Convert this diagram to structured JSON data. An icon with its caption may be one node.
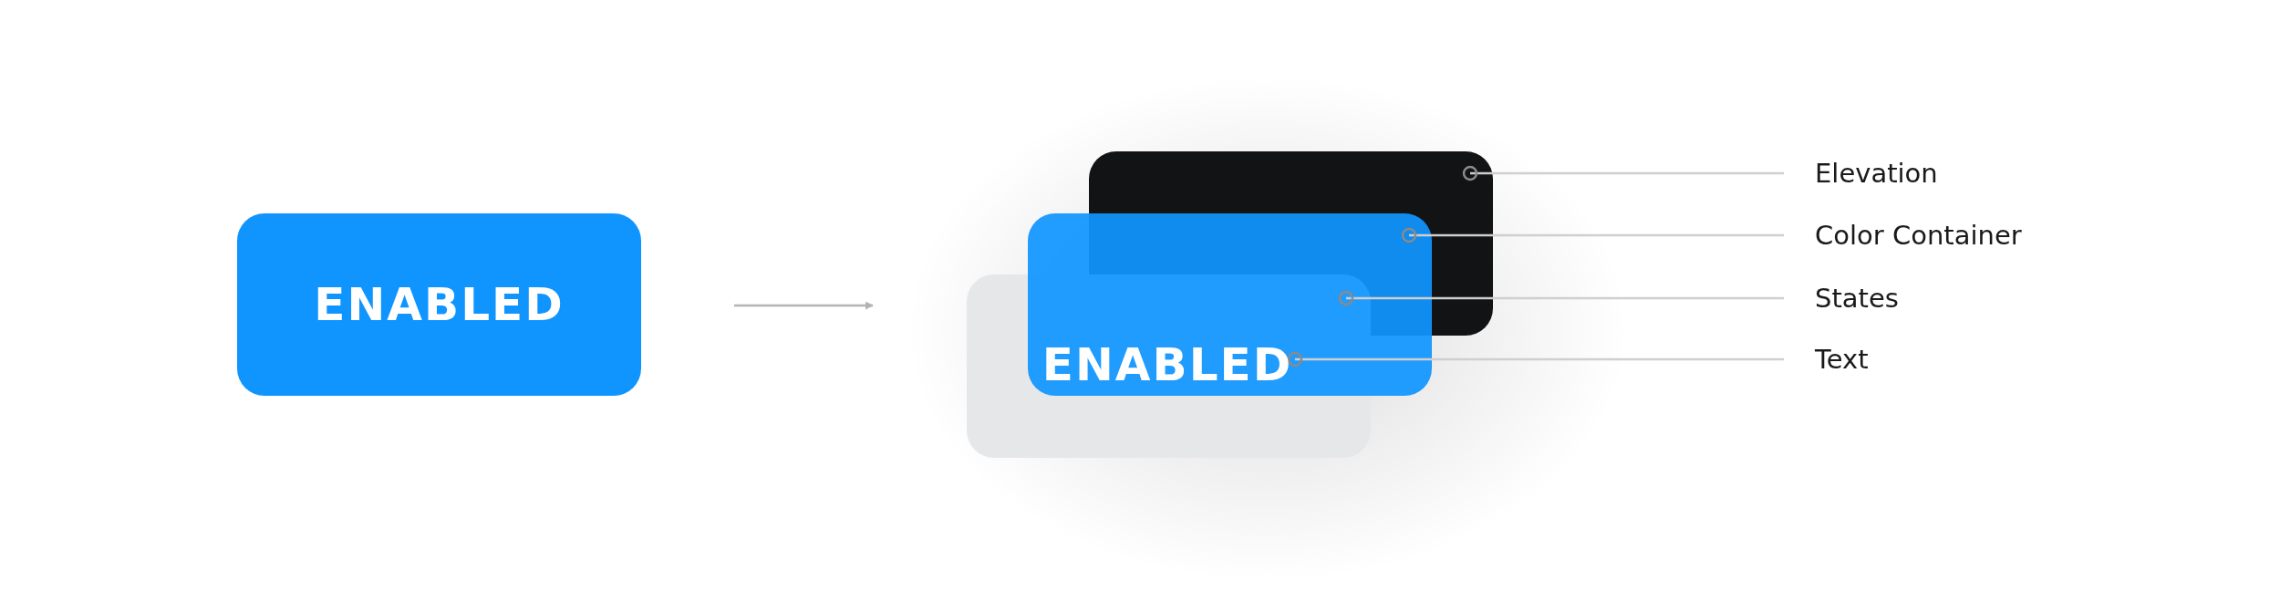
{
  "diagram": {
    "nodes": [
      {
        "text": [
          "ENABLED"
        ]
      },
      {
        "text": [],
        "shape": "box"
      },
      {
        "text": [],
        "shape": "box"
      },
      {
        "text": [],
        "shape": "box"
      },
      {
        "text": [
          "ENABLED"
        ]
      },
      {
        "text": [
          "Elevation"
        ]
      },
      {
        "text": [
          "Color Container"
        ]
      },
      {
        "text": [
          "States"
        ]
      },
      {
        "text": [
          "Text"
        ]
      }
    ],
    "edges": [
      {
        "from": 0,
        "to": 3,
        "arrow": "to"
      },
      {
        "from": 5,
        "to": 1,
        "arrow": "other"
      },
      {
        "from": 6,
        "to": 2,
        "arrow": "other"
      },
      {
        "from": 7,
        "to": 3,
        "arrow": "other"
      },
      {
        "from": 8,
        "to": 4,
        "arrow": "other"
      }
    ]
  }
}
